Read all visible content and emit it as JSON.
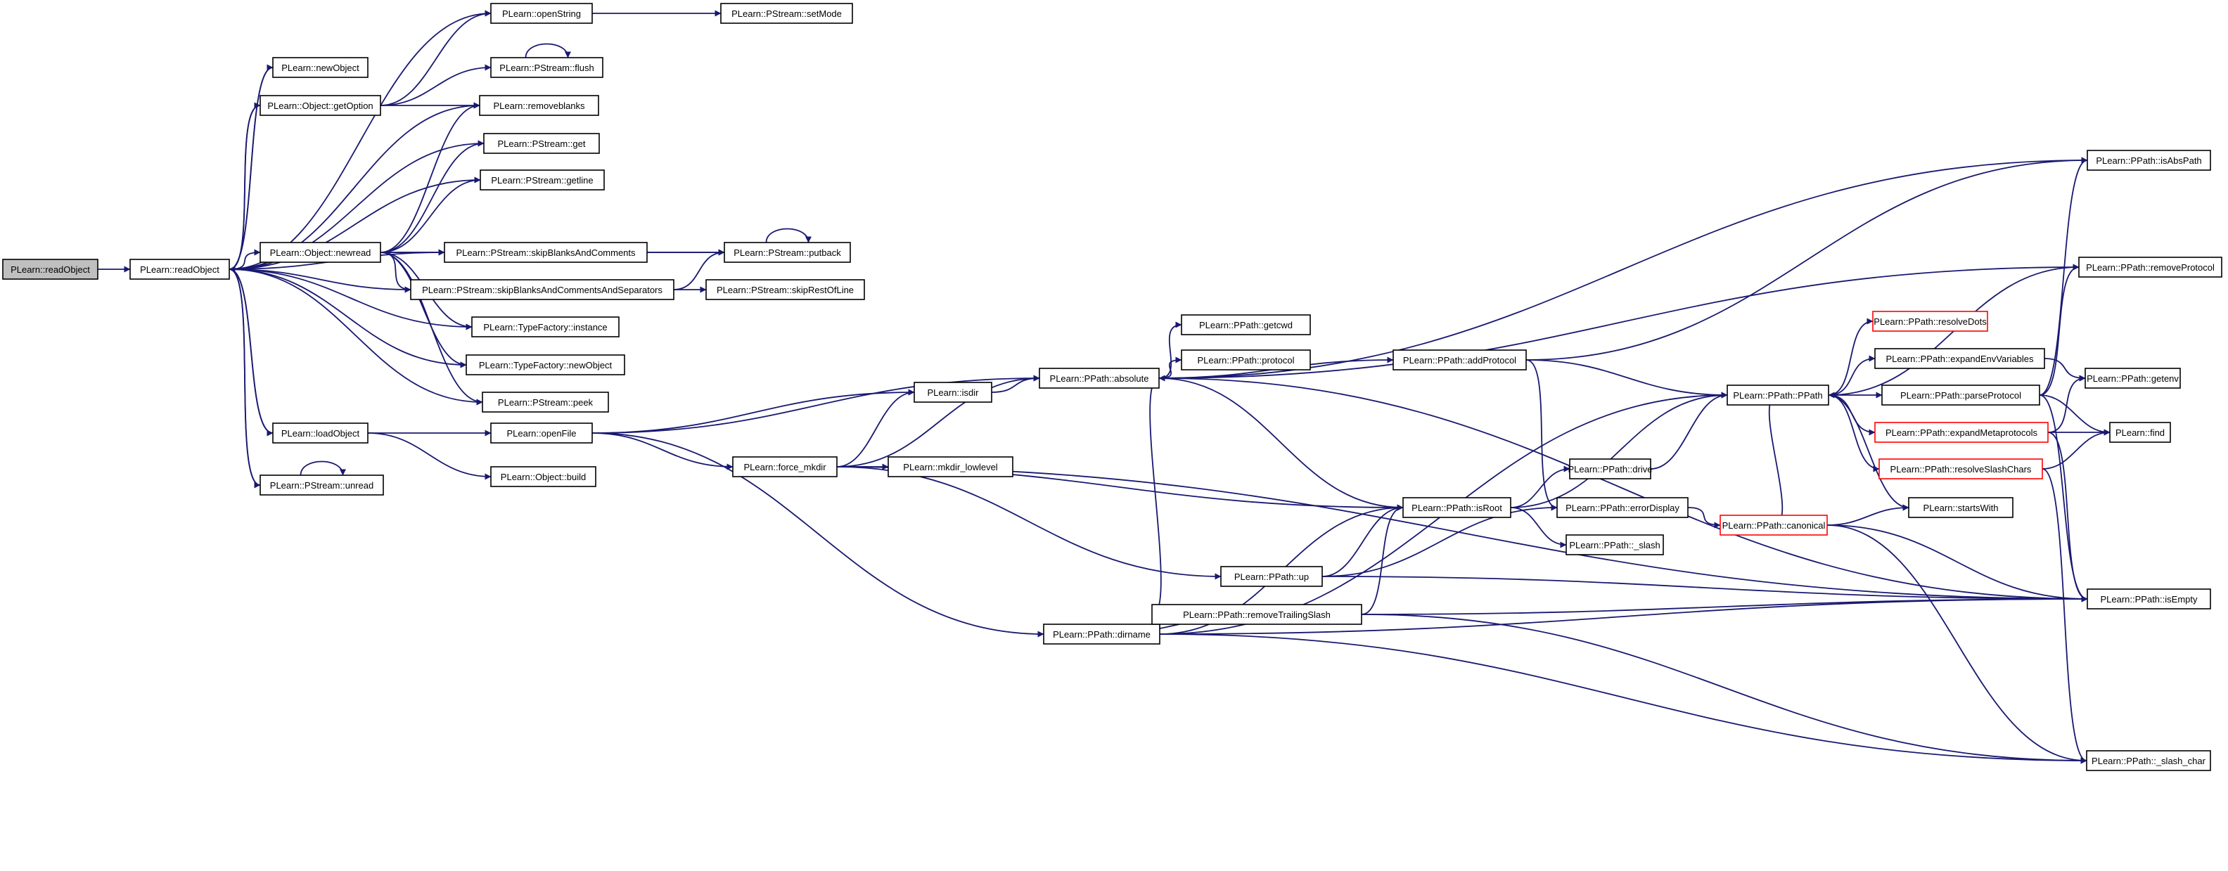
{
  "colors": {
    "edge": "#191970",
    "root_fill": "#bfbfbf",
    "red_border": "#ff0000",
    "box_border": "#000000"
  },
  "nodes": {
    "n0": {
      "label": "PLearn::readObject",
      "style": "root"
    },
    "n1": {
      "label": "PLearn::readObject",
      "style": "normal"
    },
    "n2": {
      "label": "PLearn::newObject",
      "style": "normal"
    },
    "n3": {
      "label": "PLearn::Object::getOption",
      "style": "normal"
    },
    "n4": {
      "label": "PLearn::Object::newread",
      "style": "normal"
    },
    "n5": {
      "label": "PLearn::loadObject",
      "style": "normal"
    },
    "n6": {
      "label": "PLearn::PStream::unread",
      "style": "normal"
    },
    "n7": {
      "label": "PLearn::openString",
      "style": "normal"
    },
    "n8": {
      "label": "PLearn::PStream::flush",
      "style": "normal"
    },
    "n9": {
      "label": "PLearn::removeblanks",
      "style": "normal"
    },
    "n10": {
      "label": "PLearn::PStream::get",
      "style": "normal"
    },
    "n11": {
      "label": "PLearn::PStream::getline",
      "style": "normal"
    },
    "n12": {
      "label": "PLearn::PStream::skipBlanksAndComments",
      "style": "normal"
    },
    "n13": {
      "label": "PLearn::PStream::skipBlanksAndCommentsAndSeparators",
      "style": "normal"
    },
    "n14": {
      "label": "PLearn::TypeFactory::instance",
      "style": "normal"
    },
    "n15": {
      "label": "PLearn::TypeFactory::newObject",
      "style": "normal"
    },
    "n16": {
      "label": "PLearn::PStream::peek",
      "style": "normal"
    },
    "n17": {
      "label": "PLearn::openFile",
      "style": "normal"
    },
    "n18": {
      "label": "PLearn::Object::build",
      "style": "normal"
    },
    "n19": {
      "label": "PLearn::PStream::setMode",
      "style": "normal"
    },
    "n20": {
      "label": "PLearn::PStream::putback",
      "style": "normal"
    },
    "n21": {
      "label": "PLearn::PStream::skipRestOfLine",
      "style": "normal"
    },
    "n22": {
      "label": "PLearn::isdir",
      "style": "normal"
    },
    "n23": {
      "label": "PLearn::force_mkdir",
      "style": "normal"
    },
    "n24": {
      "label": "PLearn::mkdir_lowlevel",
      "style": "normal"
    },
    "n25": {
      "label": "PLearn::PPath::absolute",
      "style": "normal"
    },
    "n26": {
      "label": "PLearn::PPath::getcwd",
      "style": "normal"
    },
    "n27": {
      "label": "PLearn::PPath::protocol",
      "style": "normal"
    },
    "n28": {
      "label": "PLearn::PPath::dirname",
      "style": "normal"
    },
    "n29": {
      "label": "PLearn::PPath::removeTrailingSlash",
      "style": "normal"
    },
    "n30": {
      "label": "PLearn::PPath::up",
      "style": "normal"
    },
    "n31": {
      "label": "PLearn::PPath::addProtocol",
      "style": "normal"
    },
    "n32": {
      "label": "PLearn::PPath::isRoot",
      "style": "normal"
    },
    "n33": {
      "label": "PLearn::PPath::drive",
      "style": "normal"
    },
    "n34": {
      "label": "PLearn::PPath::errorDisplay",
      "style": "normal"
    },
    "n35": {
      "label": "PLearn::PPath::_slash",
      "style": "normal"
    },
    "n36": {
      "label": "PLearn::PPath::PPath",
      "style": "normal"
    },
    "n37": {
      "label": "PLearn::PPath::canonical",
      "style": "red"
    },
    "n38": {
      "label": "PLearn::PPath::resolveDots",
      "style": "red"
    },
    "n39": {
      "label": "PLearn::PPath::expandEnvVariables",
      "style": "normal"
    },
    "n40": {
      "label": "PLearn::PPath::parseProtocol",
      "style": "normal"
    },
    "n41": {
      "label": "PLearn::PPath::expandMetaprotocols",
      "style": "red"
    },
    "n42": {
      "label": "PLearn::PPath::resolveSlashChars",
      "style": "red"
    },
    "n43": {
      "label": "PLearn::startsWith",
      "style": "normal"
    },
    "n44": {
      "label": "PLearn::PPath::isAbsPath",
      "style": "normal"
    },
    "n45": {
      "label": "PLearn::PPath::removeProtocol",
      "style": "normal"
    },
    "n46": {
      "label": "PLearn::PPath::getenv",
      "style": "normal"
    },
    "n47": {
      "label": "PLearn::find",
      "style": "normal"
    },
    "n48": {
      "label": "PLearn::PPath::isEmpty",
      "style": "normal"
    },
    "n49": {
      "label": "PLearn::PPath::_slash_char",
      "style": "normal"
    }
  },
  "edges": [
    [
      "n0",
      "n1"
    ],
    [
      "n1",
      "n2"
    ],
    [
      "n1",
      "n3"
    ],
    [
      "n1",
      "n4"
    ],
    [
      "n1",
      "n5"
    ],
    [
      "n1",
      "n6"
    ],
    [
      "n1",
      "n7"
    ],
    [
      "n1",
      "n9"
    ],
    [
      "n1",
      "n10"
    ],
    [
      "n1",
      "n11"
    ],
    [
      "n1",
      "n12"
    ],
    [
      "n1",
      "n13"
    ],
    [
      "n1",
      "n14"
    ],
    [
      "n1",
      "n15"
    ],
    [
      "n1",
      "n16"
    ],
    [
      "n2",
      "n1"
    ],
    [
      "n3",
      "n1"
    ],
    [
      "n5",
      "n1"
    ],
    [
      "n6",
      "n1"
    ],
    [
      "n3",
      "n7"
    ],
    [
      "n3",
      "n8"
    ],
    [
      "n3",
      "n9"
    ],
    [
      "n4",
      "n9"
    ],
    [
      "n4",
      "n10"
    ],
    [
      "n4",
      "n11"
    ],
    [
      "n4",
      "n12"
    ],
    [
      "n4",
      "n13"
    ],
    [
      "n4",
      "n14"
    ],
    [
      "n4",
      "n15"
    ],
    [
      "n4",
      "n16"
    ],
    [
      "n4",
      "n20"
    ],
    [
      "n5",
      "n17"
    ],
    [
      "n5",
      "n18"
    ],
    [
      "n6",
      "n6"
    ],
    [
      "n8",
      "n8"
    ],
    [
      "n20",
      "n20"
    ],
    [
      "n7",
      "n19"
    ],
    [
      "n12",
      "n20"
    ],
    [
      "n13",
      "n20"
    ],
    [
      "n13",
      "n21"
    ],
    [
      "n17",
      "n25"
    ],
    [
      "n17",
      "n22"
    ],
    [
      "n17",
      "n23"
    ],
    [
      "n17",
      "n28"
    ],
    [
      "n22",
      "n25"
    ],
    [
      "n23",
      "n22"
    ],
    [
      "n23",
      "n24"
    ],
    [
      "n23",
      "n25"
    ],
    [
      "n23",
      "n32"
    ],
    [
      "n23",
      "n30"
    ],
    [
      "n23",
      "n48"
    ],
    [
      "n25",
      "n26"
    ],
    [
      "n25",
      "n27"
    ],
    [
      "n25",
      "n31"
    ],
    [
      "n25",
      "n44"
    ],
    [
      "n25",
      "n45"
    ],
    [
      "n25",
      "n48"
    ],
    [
      "n25",
      "n29"
    ],
    [
      "n28",
      "n29"
    ],
    [
      "n28",
      "n32"
    ],
    [
      "n28",
      "n48"
    ],
    [
      "n28",
      "n49"
    ],
    [
      "n29",
      "n32"
    ],
    [
      "n29",
      "n48"
    ],
    [
      "n29",
      "n49"
    ],
    [
      "n30",
      "n32"
    ],
    [
      "n30",
      "n34"
    ],
    [
      "n30",
      "n48"
    ],
    [
      "n31",
      "n36"
    ],
    [
      "n31",
      "n34"
    ],
    [
      "n31",
      "n44"
    ],
    [
      "n32",
      "n33"
    ],
    [
      "n32",
      "n35"
    ],
    [
      "n32",
      "n36"
    ],
    [
      "n32",
      "n25"
    ],
    [
      "n33",
      "n36"
    ],
    [
      "n34",
      "n37"
    ],
    [
      "n36",
      "n38"
    ],
    [
      "n36",
      "n39"
    ],
    [
      "n36",
      "n40"
    ],
    [
      "n36",
      "n41"
    ],
    [
      "n36",
      "n42"
    ],
    [
      "n36",
      "n43"
    ],
    [
      "n37",
      "n36"
    ],
    [
      "n37",
      "n43"
    ],
    [
      "n37",
      "n48"
    ],
    [
      "n37",
      "n49"
    ],
    [
      "n39",
      "n46"
    ],
    [
      "n40",
      "n44"
    ],
    [
      "n40",
      "n45"
    ],
    [
      "n40",
      "n47"
    ],
    [
      "n40",
      "n48"
    ],
    [
      "n41",
      "n46"
    ],
    [
      "n41",
      "n47"
    ],
    [
      "n41",
      "n48"
    ],
    [
      "n42",
      "n47"
    ],
    [
      "n42",
      "n49"
    ],
    [
      "n45",
      "n36"
    ],
    [
      "n28",
      "n36"
    ]
  ]
}
